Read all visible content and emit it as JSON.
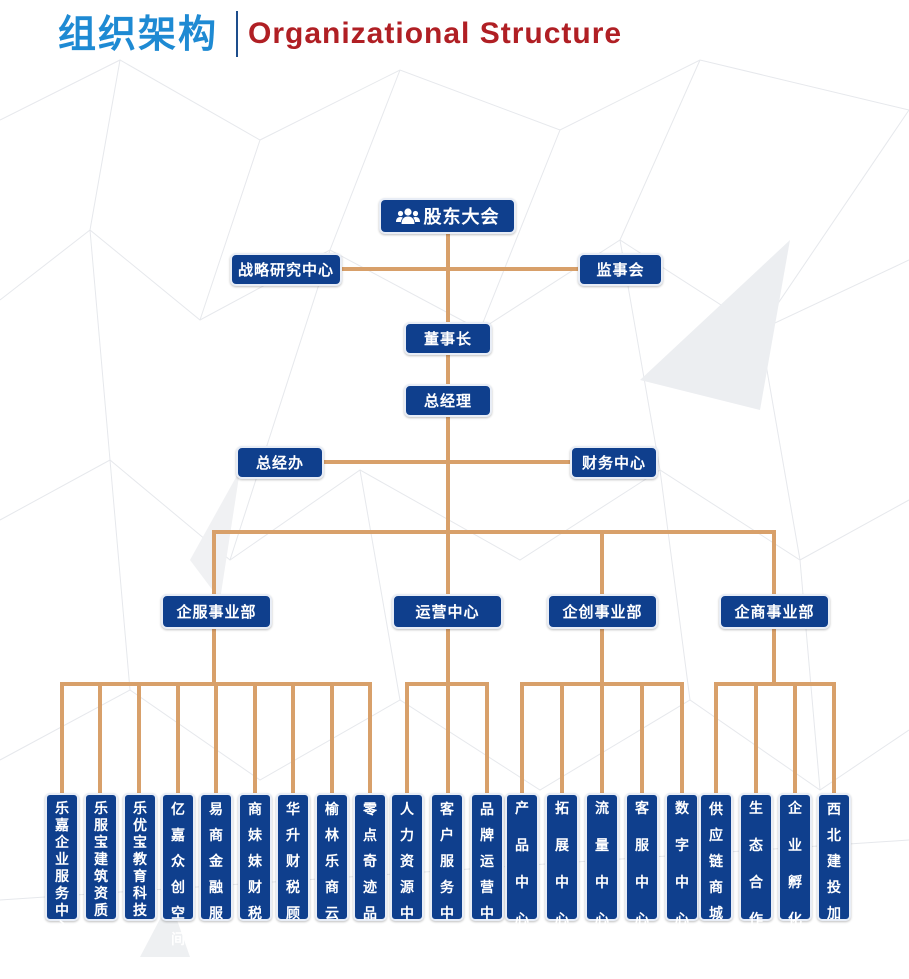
{
  "header": {
    "title_cn": "组织架构",
    "title_en": "Organizational Structure"
  },
  "colors": {
    "node_bg": "#0f3f8d",
    "connector": "#d8a06a",
    "title_cn": "#1e8ad3",
    "title_en": "#b01f24"
  },
  "chart": {
    "root": {
      "label": "股东大会",
      "icon": "people-group-icon"
    },
    "strategy": "战略研究中心",
    "supervisors": "监事会",
    "chairman": "董事长",
    "gm": "总经理",
    "gm_office": "总经办",
    "finance": "财务中心",
    "divisions": [
      "企服事业部",
      "运营中心",
      "企创事业部",
      "企商事业部"
    ],
    "units": [
      "乐嘉企业服务中心",
      "乐服宝建筑资质",
      "乐优宝教育科技",
      "亿嘉众创空间",
      "易商金融服务",
      "商妹妹财税集团",
      "华升财税顾问",
      "榆林乐商云谷",
      "零点奇迹品宣",
      "人力资源中心",
      "客户服务中心",
      "品牌运营中心",
      "产品中心",
      "拓展中心",
      "流量中心",
      "客服中心",
      "数字中心",
      "供应链商城",
      "生态合作",
      "企业孵化",
      "西北建投加盟"
    ]
  }
}
